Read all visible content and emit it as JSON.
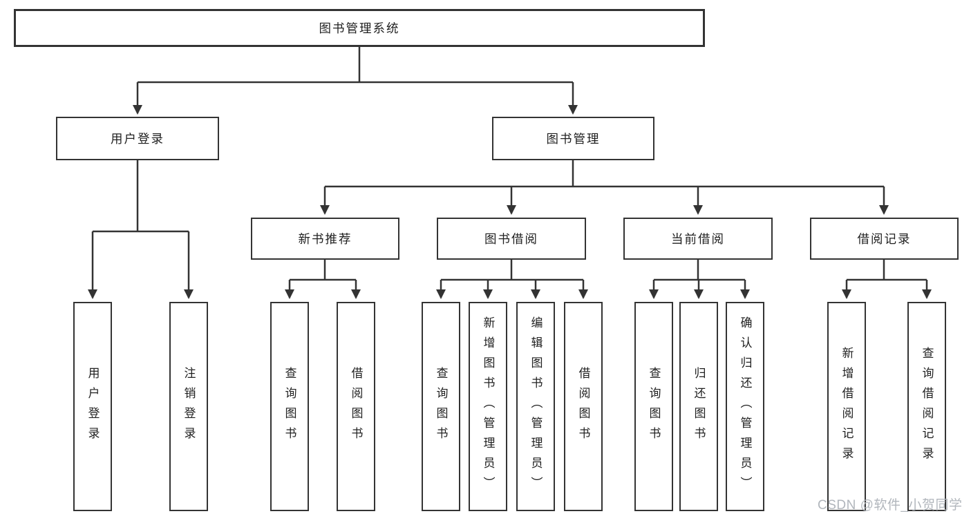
{
  "diagram_title": "图书管理系统",
  "tree": {
    "root": {
      "label": "图书管理系统"
    },
    "branches": [
      {
        "label": "用户登录",
        "leaves": [
          {
            "label": "用户登录"
          },
          {
            "label": "注销登录"
          }
        ]
      },
      {
        "label": "图书管理",
        "groups": [
          {
            "label": "新书推荐",
            "leaves": [
              {
                "label": "查询图书"
              },
              {
                "label": "借阅图书"
              }
            ]
          },
          {
            "label": "图书借阅",
            "leaves": [
              {
                "label": "查询图书"
              },
              {
                "label": "新增图书（管理员）"
              },
              {
                "label": "编辑图书（管理员）"
              },
              {
                "label": "借阅图书"
              }
            ]
          },
          {
            "label": "当前借阅",
            "leaves": [
              {
                "label": "查询图书"
              },
              {
                "label": "归还图书"
              },
              {
                "label": "确认归还（管理员）"
              }
            ]
          },
          {
            "label": "借阅记录",
            "leaves": [
              {
                "label": "新增借阅记录"
              },
              {
                "label": "查询借阅记录"
              }
            ]
          }
        ]
      }
    ]
  },
  "watermark": {
    "text": "CSDN @软件_小贺同学"
  },
  "colors": {
    "line": "#333333",
    "box_border": "#333333",
    "text": "#1f1f1f",
    "watermark": "#b1b6bc",
    "background": "#ffffff"
  }
}
